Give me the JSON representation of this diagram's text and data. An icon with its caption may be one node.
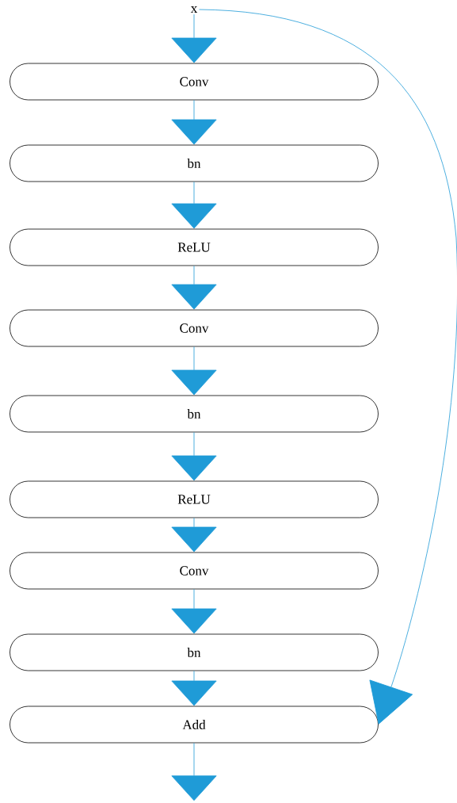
{
  "diagram": {
    "nodes": [
      {
        "text": [
          "x"
        ]
      },
      {
        "text": [
          "Conv"
        ]
      },
      {
        "text": [
          "bn"
        ]
      },
      {
        "text": [
          "ReLU"
        ]
      },
      {
        "text": [
          "Conv"
        ]
      },
      {
        "text": [
          "bn"
        ]
      },
      {
        "text": [
          "ReLU"
        ]
      },
      {
        "text": [
          "Conv"
        ]
      },
      {
        "text": [
          "bn"
        ]
      },
      {
        "text": [
          "Add"
        ]
      }
    ],
    "edges": [
      {
        "from": 0,
        "to": 1,
        "arrow": "to"
      },
      {
        "from": 1,
        "to": 2,
        "arrow": "to"
      },
      {
        "from": 2,
        "to": 3,
        "arrow": "to"
      },
      {
        "from": 3,
        "to": 4,
        "arrow": "to"
      },
      {
        "from": 4,
        "to": 5,
        "arrow": "to"
      },
      {
        "from": 5,
        "to": 6,
        "arrow": "to"
      },
      {
        "from": 6,
        "to": 7,
        "arrow": "to"
      },
      {
        "from": 7,
        "to": 8,
        "arrow": "to"
      },
      {
        "from": 8,
        "to": 9,
        "arrow": "to"
      },
      {
        "from": 0,
        "to": 9,
        "arrow": "to"
      },
      {
        "from": 9,
        "to": null,
        "arrow": "to"
      }
    ]
  }
}
